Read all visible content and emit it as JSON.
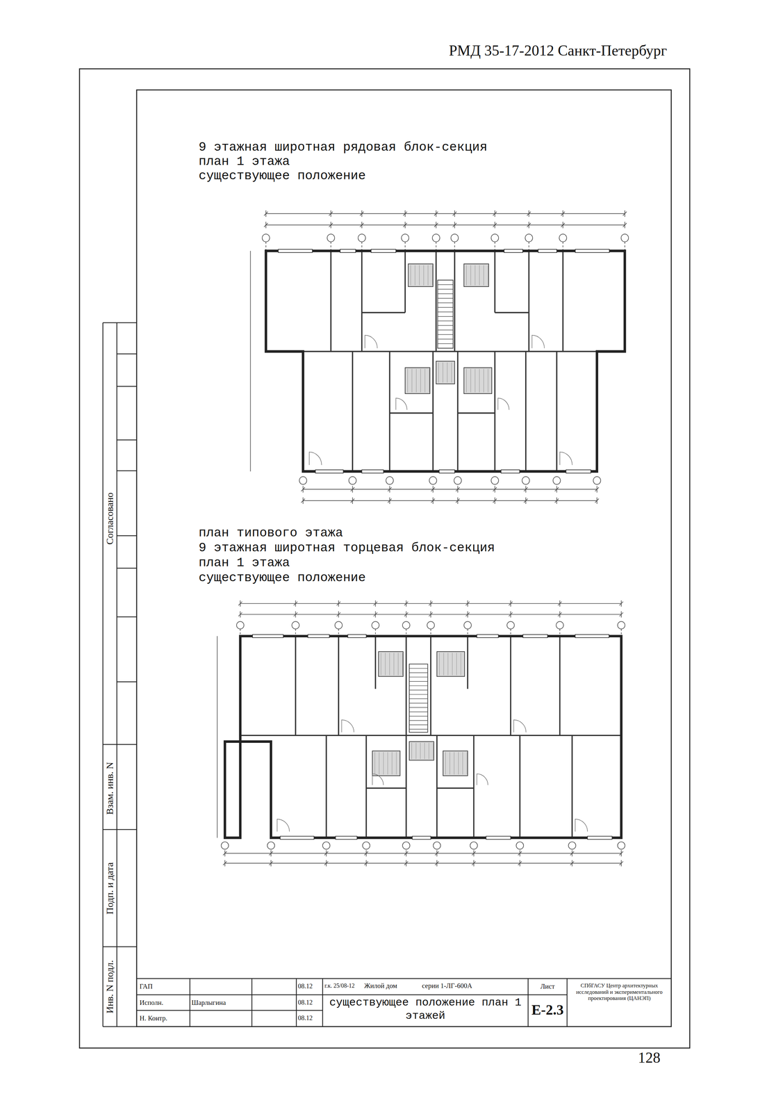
{
  "diagram": {
    "labels": [
      "РМД 35-17-2012 Санкт-Петербург",
      "9 этажная широтная рядовая блок-секция",
      "план 1 этажа",
      "существующее положение",
      "план типового этажа",
      "9 этажная широтная торцевая блок-секция",
      "план 1 этажа",
      "существующее положение",
      "Согласовано",
      "Взам. инв. N",
      "Подп. и дата",
      "Инв. N подл.",
      "ГАП",
      "08.12",
      "г.к. 25/08-12",
      "Жилой дом",
      "серии 1-ЛГ-600А",
      "Лист",
      "СПбГАСУ Центр архитектурных исследований и экспериментального проектирования (ЦАНЭП)",
      "Исполн.",
      "Шарлыгина",
      "08.12",
      "существующее положение план 1 этажей",
      "Е-2.3",
      "Н. Контр.",
      "08.12",
      "128"
    ]
  }
}
